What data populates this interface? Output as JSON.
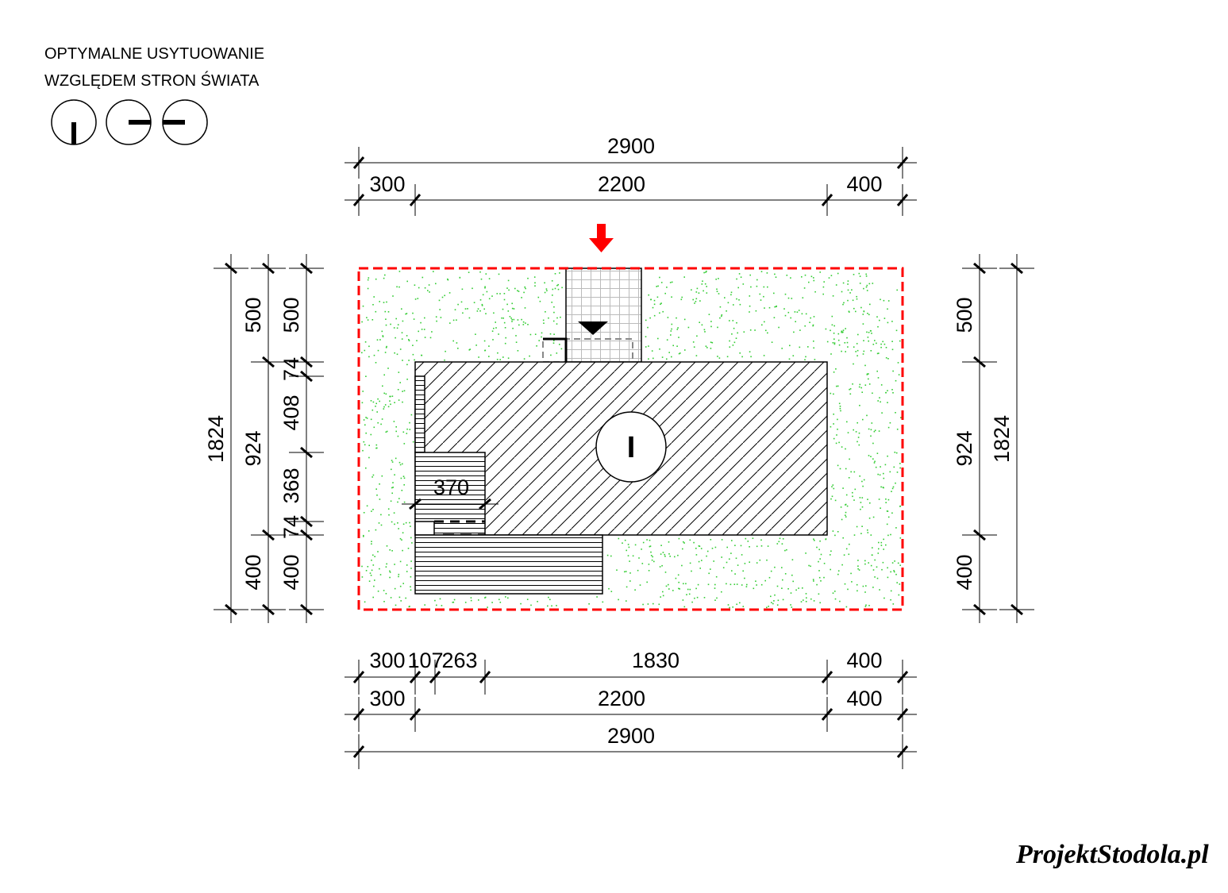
{
  "header": {
    "line1": "OPTYMALNE USYTUOWANIE",
    "line2": "WZGLĘDEM STRON ŚWIATA"
  },
  "orientation_icons": [
    "orientation-south-icon",
    "orientation-east-icon",
    "orientation-west-icon"
  ],
  "dims": {
    "top_total": "2900",
    "top_row": [
      "300",
      "2200",
      "400"
    ],
    "bottom_row1": [
      "300",
      "107",
      "263",
      "1830",
      "400"
    ],
    "bottom_row2": [
      "300",
      "2200",
      "400"
    ],
    "bottom_total": "2900",
    "left_total": "1824",
    "left_row1": [
      "500",
      "924",
      "400"
    ],
    "left_row2": [
      "500",
      "74",
      "408",
      "368",
      "74",
      "400"
    ],
    "right_row": [
      "500",
      "924",
      "400"
    ],
    "right_total": "1824",
    "wing_width": "370"
  },
  "building_label": "I",
  "logo": "ProjektStodola.pl",
  "colors": {
    "boundary": "#ff0000",
    "grass": "#33cc33",
    "entry_arrow": "#ff0000"
  }
}
